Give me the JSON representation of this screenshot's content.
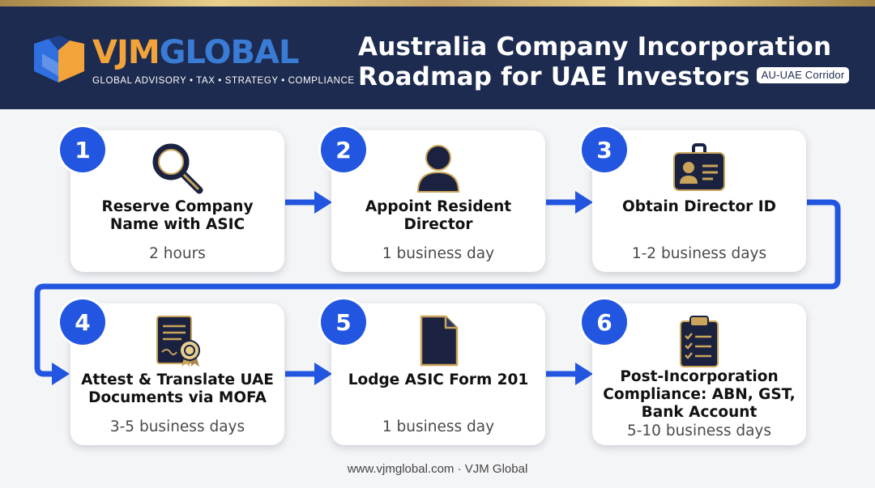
{
  "brand": {
    "name_part1": "VJM",
    "name_part2": "GLOBAL",
    "tagline": "GLOBAL ADVISORY • TAX • STRATEGY • COMPLIANCE"
  },
  "header": {
    "title_line1": "Australia Company Incorporation",
    "title_line2": "Roadmap for UAE Investors",
    "badge": "AU-UAE Corridor"
  },
  "steps": [
    {
      "number": "1",
      "title": "Reserve Company Name with ASIC",
      "duration": "2 hours",
      "icon": "magnifying-glass-icon"
    },
    {
      "number": "2",
      "title": "Appoint Resident Director",
      "duration": "1 business day",
      "icon": "person-icon"
    },
    {
      "number": "3",
      "title": "Obtain Director ID",
      "duration": "1-2 business days",
      "icon": "id-card-icon"
    },
    {
      "number": "4",
      "title": "Attest & Translate UAE Documents via MOFA",
      "duration": "3-5 business days",
      "icon": "certificate-icon"
    },
    {
      "number": "5",
      "title": "Lodge ASIC Form 201",
      "duration": "1 business day",
      "icon": "document-icon"
    },
    {
      "number": "6",
      "title": "Post-Incorporation Compliance: ABN, GST, Bank Account",
      "duration": "5-10 business days",
      "icon": "clipboard-checklist-icon"
    }
  ],
  "footer": {
    "text": "www.vjmglobal.com · VJM Global"
  },
  "colors": {
    "header_bg": "#1c2b4f",
    "accent_blue": "#2356e0",
    "brand_orange": "#f2a33a",
    "brand_blue": "#3a7bd5",
    "gold": "#c9a45a"
  }
}
